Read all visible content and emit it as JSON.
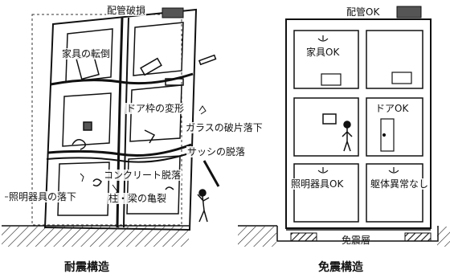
{
  "left": {
    "caption": "耐震構造",
    "labels": {
      "piping_damage": "配管破損",
      "furniture_fall": "家具の転倒",
      "door_frame_deform": "ドア枠の変形",
      "glass_fall": "ガラスの破片落下",
      "sash_fall": "サッシの脱落",
      "concrete_fall": "コンクリート脱落",
      "lighting_fall": "照明器具の落下",
      "column_beam_crack": "柱・梁の亀裂"
    }
  },
  "right": {
    "caption": "免震構造",
    "labels": {
      "piping_ok": "配管OK",
      "furniture_ok": "家具OK",
      "door_ok": "ドアOK",
      "lighting_ok": "照明器具OK",
      "frame_ok": "躯体異常なし",
      "isolation_layer": "免震層"
    }
  }
}
